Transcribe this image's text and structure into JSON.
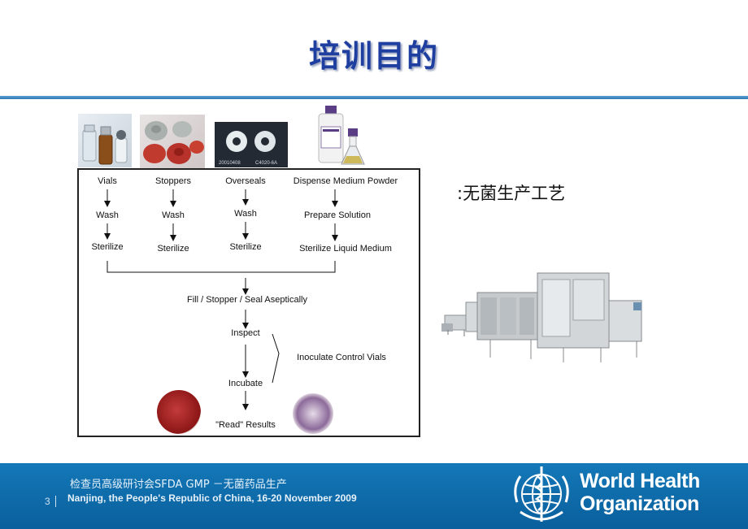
{
  "slide": {
    "title": "培训目的",
    "aseptic_label": ":无菌生产工艺"
  },
  "flowchart": {
    "columns": [
      {
        "item": "Vials",
        "wash": "Wash",
        "sterilize": "Sterilize"
      },
      {
        "item": "Stoppers",
        "wash": "Wash",
        "sterilize": "Sterilize"
      },
      {
        "item": "Overseals",
        "wash": "Wash",
        "sterilize": "Sterilize"
      },
      {
        "item": "Dispense Medium Powder",
        "wash": "Prepare Solution",
        "sterilize": "Sterilize Liquid Medium"
      }
    ],
    "fill": "Fill / Stopper / Seal Aseptically",
    "inspect": "Inspect",
    "incubate": "Incubate",
    "inoculate": "Inoculate Control Vials",
    "read": "\"Read\" Results"
  },
  "photo_captions": {
    "overseal_codes": [
      "20010408",
      "C4020-6A"
    ]
  },
  "footer": {
    "line1": "检查员高级研讨会SFDA GMP －无菌药品生产",
    "line2": "Nanjing, the People's Republic of China, 16-20 November 2009",
    "page_number": "3",
    "org_line1": "World Health",
    "org_line2": "Organization"
  },
  "colors": {
    "title": "#1f3fa0",
    "rule": "#3a86c0",
    "footer_bg": "#0e6aa8"
  }
}
